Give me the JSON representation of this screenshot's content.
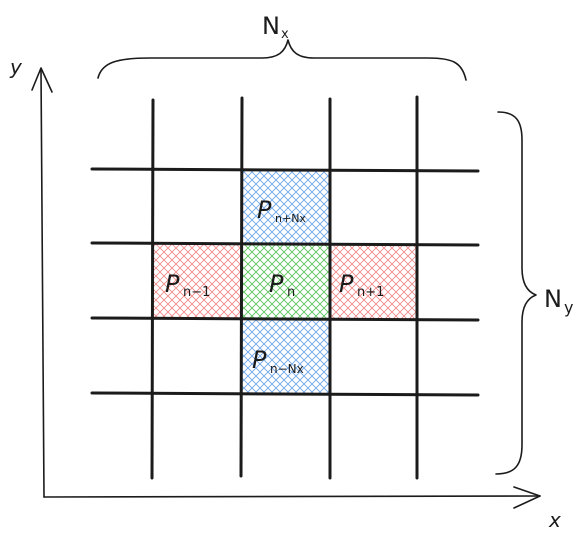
{
  "axes": {
    "x_label": "x",
    "y_label": "y"
  },
  "braces": {
    "top_label": "N",
    "top_sub": "x",
    "right_label": "N",
    "right_sub": "y"
  },
  "cells": {
    "center": {
      "main": "P",
      "sub": "n",
      "color": "#5cc45c"
    },
    "left": {
      "main": "P",
      "sub": "n−1",
      "color": "#ef8a8a"
    },
    "right": {
      "main": "P",
      "sub": "n+1",
      "color": "#ef8a8a"
    },
    "top": {
      "main": "P",
      "sub": "n+Nx",
      "color": "#6ea6e8"
    },
    "bottom": {
      "main": "P",
      "sub": "n−Nx",
      "color": "#6ea6e8"
    }
  }
}
